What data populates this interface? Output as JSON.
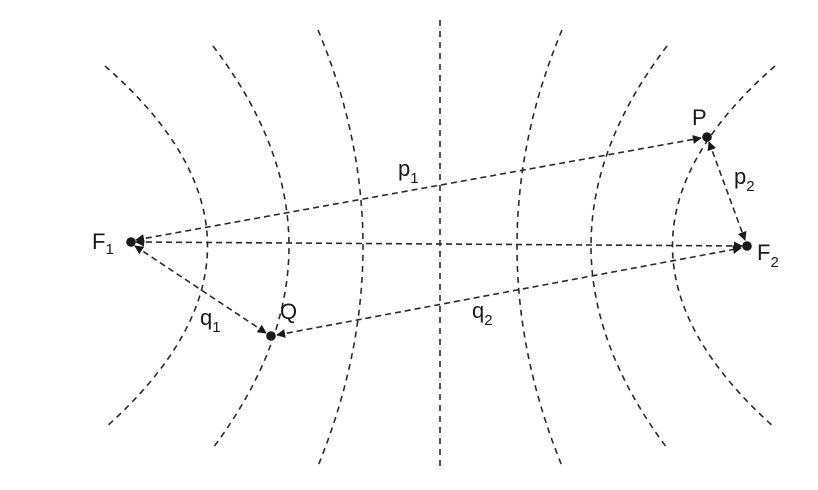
{
  "labels": {
    "focus1": "F",
    "focus1_sub": "1",
    "focus2": "F",
    "focus2_sub": "2",
    "point_p": "P",
    "point_q": "Q",
    "dist_p1": "p",
    "dist_p1_sub": "1",
    "dist_p2": "p",
    "dist_p2_sub": "2",
    "dist_q1": "q",
    "dist_q1_sub": "1",
    "dist_q2": "q",
    "dist_q2_sub": "2"
  },
  "colors": {
    "ink": "#1a1a1a",
    "background": "#ffffff"
  }
}
